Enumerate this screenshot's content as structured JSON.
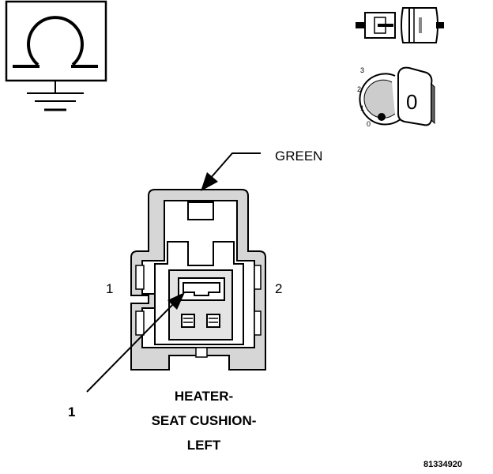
{
  "wire_color_label": "GREEN",
  "cavity_labels": {
    "left": "1",
    "right": "2"
  },
  "callout_number": "1",
  "connector_caption": {
    "line1": "HEATER-",
    "line2": "SEAT CUSHION-",
    "line3": "LEFT"
  },
  "switch_positions": {
    "p3": "3",
    "p2": "2",
    "p1": "1",
    "p0": "0",
    "knob": "0"
  },
  "figure_number": "81334920",
  "icons": [
    "ohmmeter-symbol-icon",
    "connector-disconnected-icon",
    "ignition-switch-icon"
  ]
}
